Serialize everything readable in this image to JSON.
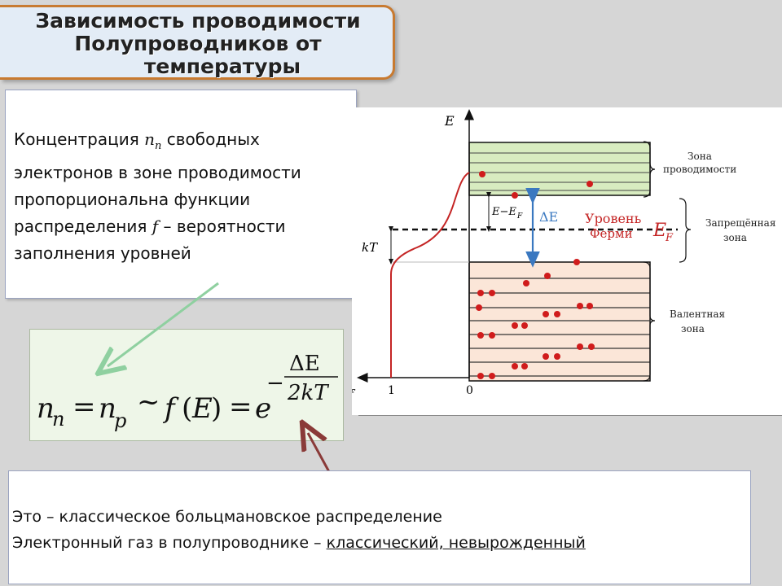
{
  "title": {
    "line1": "Зависимость проводимости",
    "line2": "Полупроводников от",
    "line3": "температуры"
  },
  "description": {
    "part1": "Концентрация ",
    "symbol": "n",
    "subscript": "n",
    "part2": " свободных электронов в зоне проводимости пропорциональна функции распределения  ",
    "f_symbol": "f",
    "part3": " – вероятности заполнения уровней"
  },
  "formula": {
    "n": "n",
    "n_sub": "n",
    "eq1": "=",
    "np": "n",
    "np_sub": "p",
    "tilde": "~",
    "f": "f",
    "lparen": "(",
    "E": "E",
    "rparen": ")",
    "eq2": "=",
    "e": "e",
    "minus": "−",
    "numerator": "ΔE",
    "denominator": "2kT"
  },
  "diagram": {
    "axis_E": "E",
    "axis_f": "f",
    "tick_1": "1",
    "tick_0": "0",
    "label_kT": "kT",
    "label_E_minus_EF": "E−E",
    "label_E_minus_EF_sub": "F",
    "label_delta_E": "ΔE",
    "fermi_level_line1": "Уровень",
    "fermi_level_line2": "Ферми",
    "label_EF": "E",
    "label_EF_sub": "F",
    "conduction_band_line1": "Зона",
    "conduction_band_line2": "проводимости",
    "forbidden_band_line1": "Запрещённая",
    "forbidden_band_line2": "зона",
    "valence_band_line1": "Валентная",
    "valence_band_line2": "зона",
    "colors": {
      "conduction_fill": "#d8ecc0",
      "valence_fill": "#fbe6d8",
      "electron": "#d01c1c",
      "curve": "#c42424",
      "delta_arrow": "#3a78c0",
      "fermi_text": "#c42424"
    }
  },
  "bottom": {
    "line1": "Это – классическое больцмановское распределение",
    "line2_prefix": "Электронный газ в полупроводнике – ",
    "line2_underlined": "классический, невырожденный"
  }
}
